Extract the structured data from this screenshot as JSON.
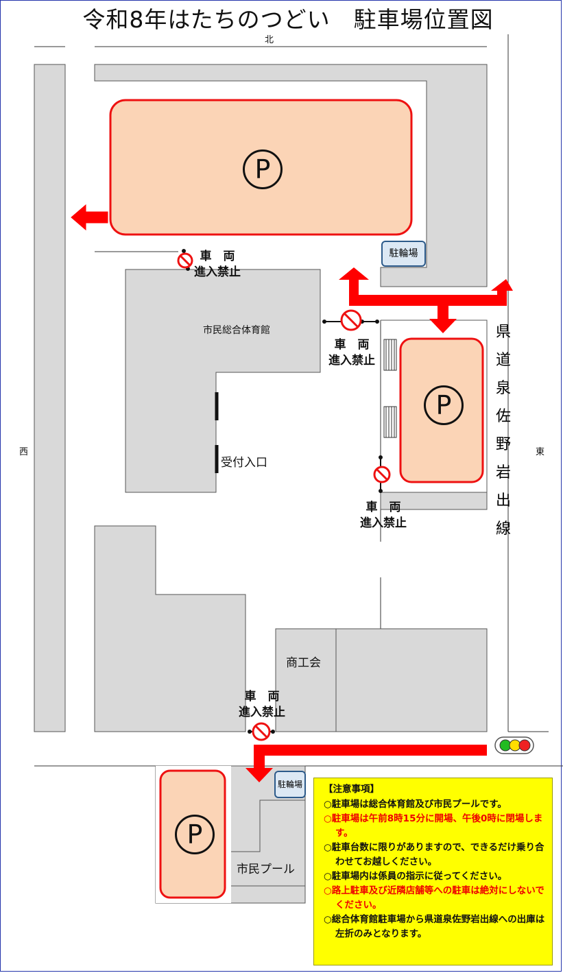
{
  "title": "令和8年はたちのつどい　駐車場位置図",
  "compass": {
    "north": "北",
    "west": "西",
    "east": "東"
  },
  "buildings": {
    "gymnasium": "市民総合体育館",
    "reception": "受付入口",
    "chamber_of_commerce": "商工会",
    "public_pool": "市民プール"
  },
  "parking_symbol": "P",
  "bicycle_parking": "駐輪場",
  "no_entry_lines": [
    "車　両",
    "進入禁止"
  ],
  "road_name": [
    "県",
    "道",
    "泉",
    "佐",
    "野",
    "岩",
    "出",
    "線"
  ],
  "traffic_light_colors": [
    "#22bb22",
    "#ffdd00",
    "#ee2222"
  ],
  "colors": {
    "parking_fill": "#fbd4b6",
    "parking_border": "#ee1111",
    "arrow": "#ff0000",
    "building": "#d9d9d9",
    "notice_bg": "#ffff00",
    "notice_highlight": "#ee0000"
  },
  "notice": {
    "heading": "【注意事項】",
    "items": [
      {
        "bullet": "○",
        "text": "駐車場は総合体育館及び市民プールです。",
        "highlight": false
      },
      {
        "bullet": "○",
        "text": "駐車場は午前8時15分に開場、午後0時に閉場します。",
        "highlight": true
      },
      {
        "bullet": "○",
        "text": "駐車台数に限りがありますので、できるだけ乗り合わせてお越しください。",
        "highlight": false
      },
      {
        "bullet": "○",
        "text": "駐車場内は係員の指示に従ってください。",
        "highlight": false
      },
      {
        "bullet": "○",
        "text": "路上駐車及び近隣店舗等への駐車は絶対にしないでください。",
        "highlight": true
      },
      {
        "bullet": "○",
        "text": "総合体育館駐車場から県道泉佐野岩出線への出庫は左折のみとなります。",
        "highlight": false
      }
    ]
  }
}
